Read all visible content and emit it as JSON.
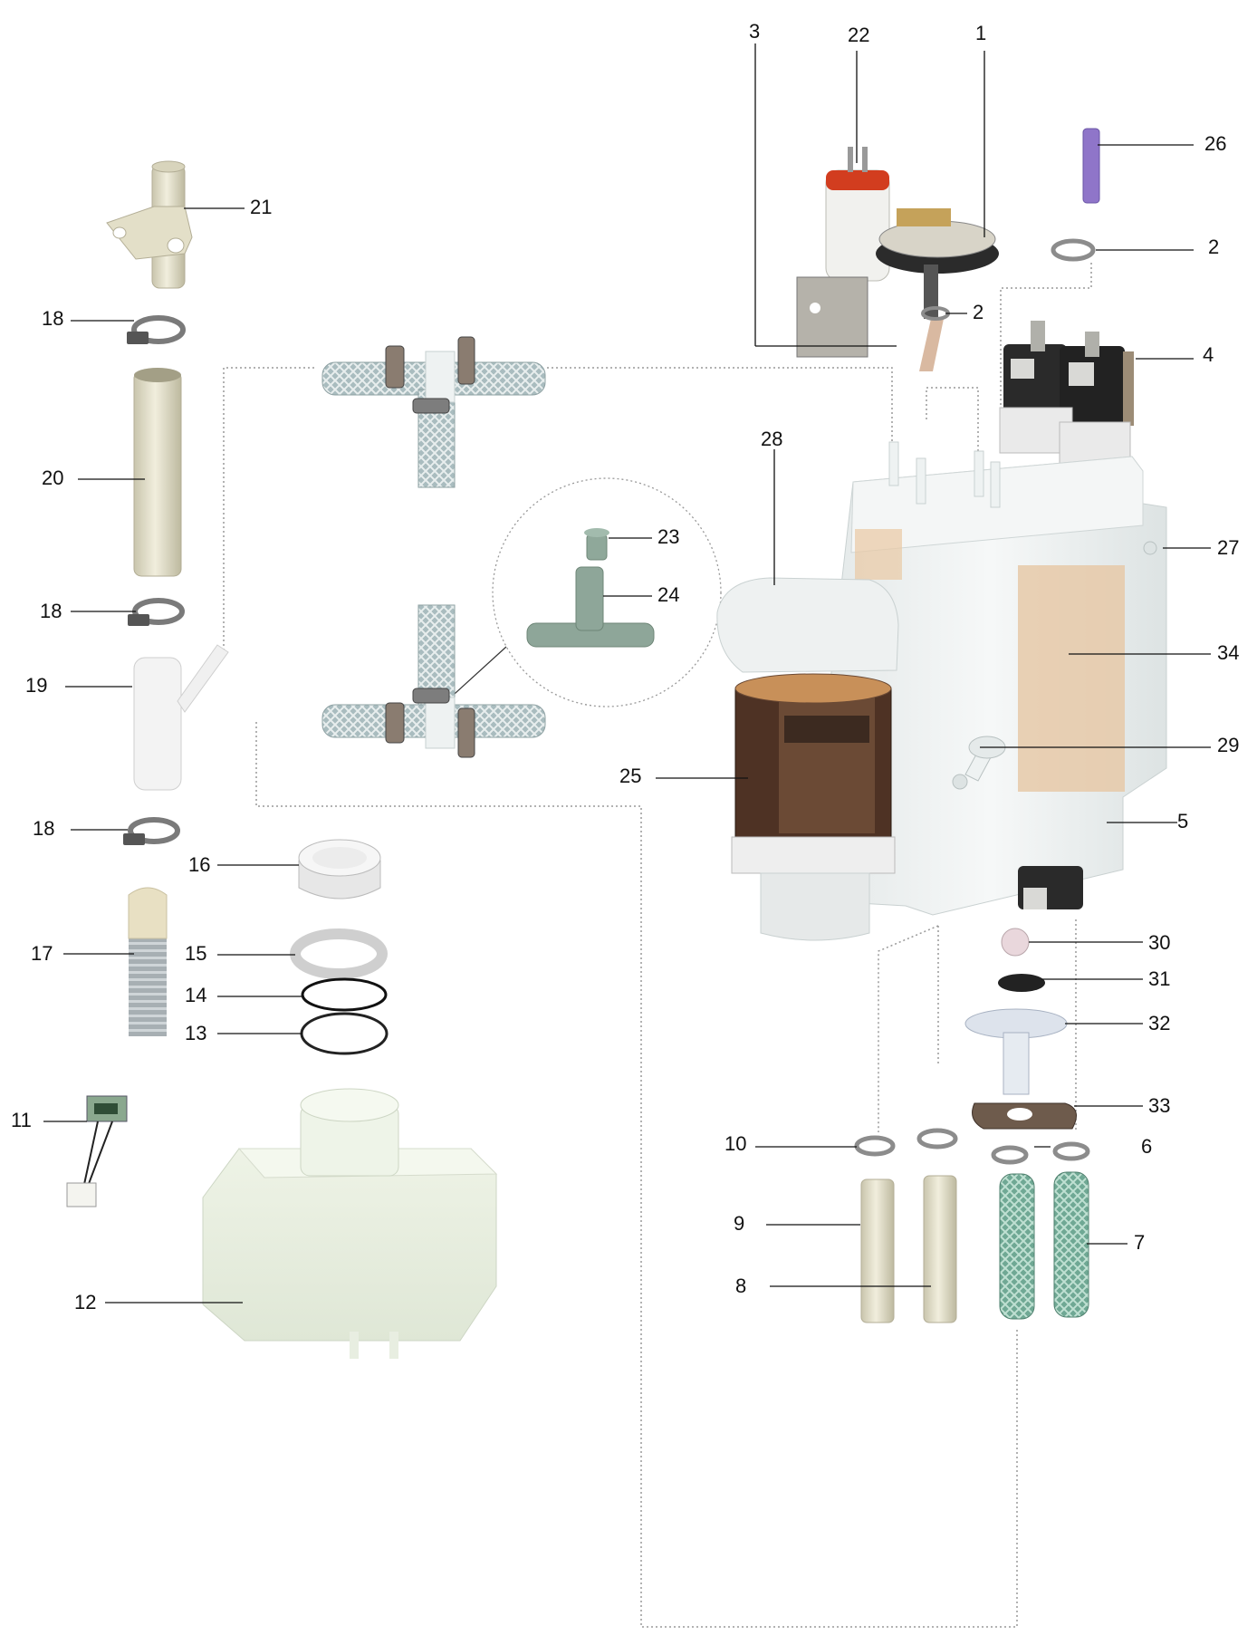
{
  "callouts": [
    {
      "id": "c1",
      "label": "1"
    },
    {
      "id": "c2a",
      "label": "2"
    },
    {
      "id": "c2b",
      "label": "2"
    },
    {
      "id": "c3",
      "label": "3"
    },
    {
      "id": "c4",
      "label": "4"
    },
    {
      "id": "c5",
      "label": "5"
    },
    {
      "id": "c6",
      "label": "6"
    },
    {
      "id": "c7",
      "label": "7"
    },
    {
      "id": "c8",
      "label": "8"
    },
    {
      "id": "c9",
      "label": "9"
    },
    {
      "id": "c10",
      "label": "10"
    },
    {
      "id": "c11",
      "label": "11"
    },
    {
      "id": "c12",
      "label": "12"
    },
    {
      "id": "c13",
      "label": "13"
    },
    {
      "id": "c14",
      "label": "14"
    },
    {
      "id": "c15",
      "label": "15"
    },
    {
      "id": "c16",
      "label": "16"
    },
    {
      "id": "c17",
      "label": "17"
    },
    {
      "id": "c18a",
      "label": "18"
    },
    {
      "id": "c18b",
      "label": "18"
    },
    {
      "id": "c18c",
      "label": "18"
    },
    {
      "id": "c19",
      "label": "19"
    },
    {
      "id": "c20",
      "label": "20"
    },
    {
      "id": "c21",
      "label": "21"
    },
    {
      "id": "c22",
      "label": "22"
    },
    {
      "id": "c23",
      "label": "23"
    },
    {
      "id": "c24",
      "label": "24"
    },
    {
      "id": "c25",
      "label": "25"
    },
    {
      "id": "c26",
      "label": "26"
    },
    {
      "id": "c27",
      "label": "27"
    },
    {
      "id": "c28",
      "label": "28"
    },
    {
      "id": "c29",
      "label": "29"
    },
    {
      "id": "c30",
      "label": "30"
    },
    {
      "id": "c31",
      "label": "31"
    },
    {
      "id": "c32",
      "label": "32"
    },
    {
      "id": "c33",
      "label": "33"
    },
    {
      "id": "c34",
      "label": "34"
    }
  ],
  "colors": {
    "hose": "#9fb3b6",
    "hose_green": "#6fa894",
    "tube": "#e4e1cc",
    "body": "#eef1f1",
    "motor": "#5b3a2a",
    "label_pad": "#e6c9a8",
    "clamp": "#8c8c8c"
  }
}
